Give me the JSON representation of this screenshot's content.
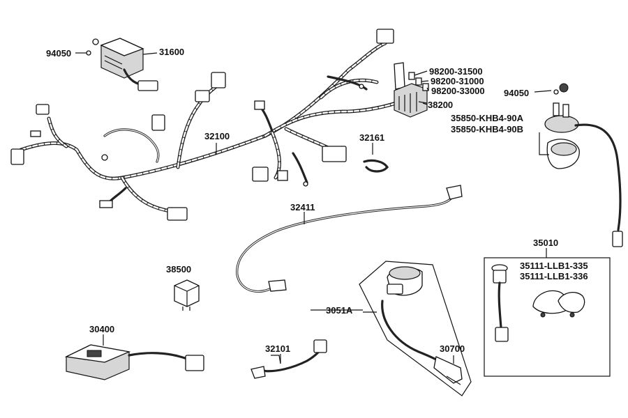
{
  "parts": {
    "p94050_left": "94050",
    "p31600": "31600",
    "p32100": "32100",
    "p98200_31500": "98200-31500",
    "p98200_31000": "98200-31000",
    "p98200_33000": "98200-33000",
    "p38200": "38200",
    "p94050_right": "94050",
    "p35850_khb4_90a": "35850-KHB4-90A",
    "p35850_khb4_90b": "35850-KHB4-90B",
    "p32161": "32161",
    "p32411": "32411",
    "p35010": "35010",
    "p35111_llb1_335": "35111-LLB1-335",
    "p35111_llb1_336": "35111-LLB1-336",
    "p38500": "38500",
    "p3051a": "3051A",
    "p30400": "30400",
    "p32101": "32101",
    "p30700": "30700"
  }
}
